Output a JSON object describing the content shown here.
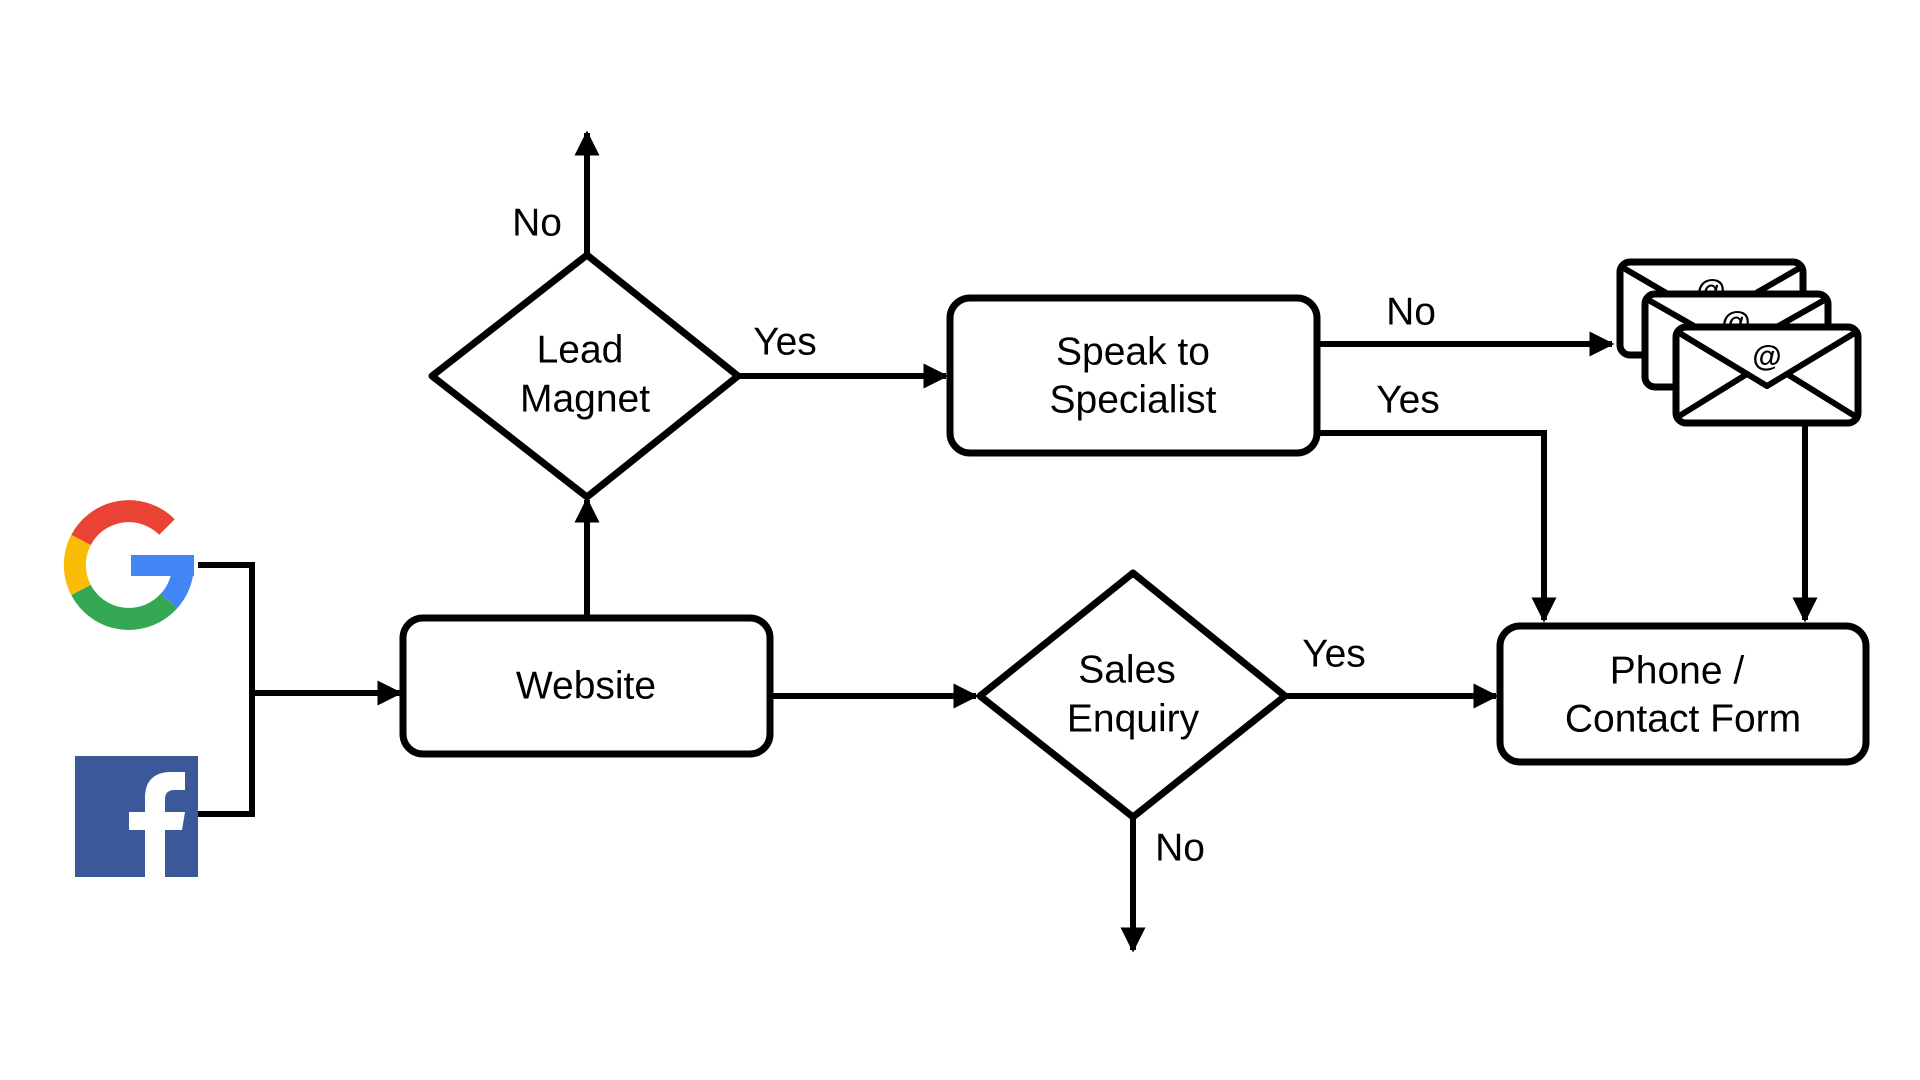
{
  "nodes": {
    "website": {
      "lines": [
        "Website"
      ]
    },
    "lead_magnet": {
      "lines": [
        "Lead",
        "Magnet"
      ]
    },
    "speak_to_specialist": {
      "lines": [
        "Speak to",
        "Specialist"
      ]
    },
    "sales_enquiry": {
      "lines": [
        "Sales",
        "Enquiry"
      ]
    },
    "phone_contact_form": {
      "lines": [
        "Phone /",
        "Contact Form"
      ]
    }
  },
  "edge_labels": {
    "lead_magnet_no": "No",
    "lead_magnet_yes": "Yes",
    "specialist_no": "No",
    "specialist_yes": "Yes",
    "sales_enquiry_yes": "Yes",
    "sales_enquiry_no": "No"
  },
  "icons": {
    "google": "google-logo-icon",
    "facebook": "facebook-logo-icon",
    "email": "email-envelope-stack-icon",
    "email_symbol": "@"
  },
  "colors": {
    "google_red": "#EA4335",
    "google_yellow": "#FBBC05",
    "google_green": "#34A853",
    "google_blue": "#4285F4",
    "facebook_blue": "#3B5998",
    "line": "#000000",
    "background": "#FFFFFF"
  }
}
